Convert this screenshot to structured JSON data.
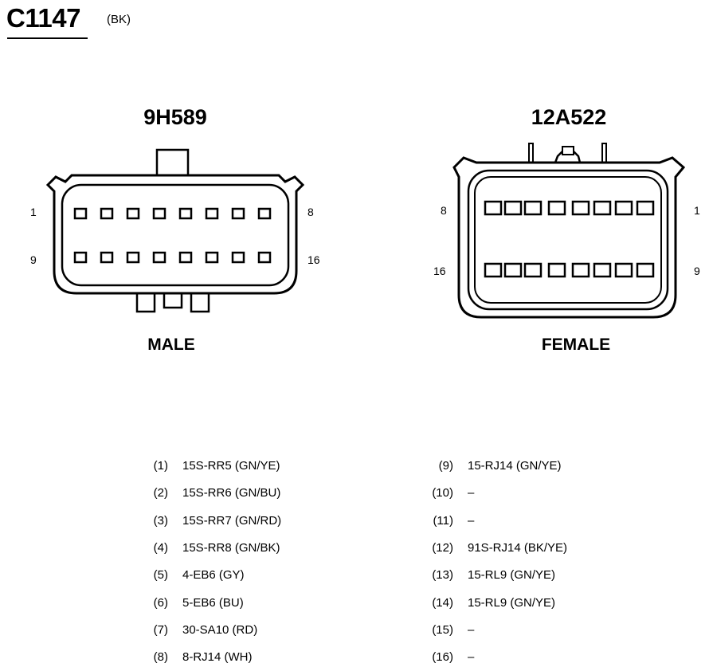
{
  "connector": {
    "id": "C1147",
    "color_code": "(BK)"
  },
  "views": [
    {
      "part_number": "9H589",
      "gender": "MALE",
      "corner_labels": {
        "top_left": "1",
        "top_right": "8",
        "bottom_left": "9",
        "bottom_right": "16"
      }
    },
    {
      "part_number": "12A522",
      "gender": "FEMALE",
      "corner_labels": {
        "top_left": "8",
        "top_right": "1",
        "bottom_left": "16",
        "bottom_right": "9"
      }
    }
  ],
  "pinout_left": [
    {
      "pin": "(1)",
      "wire": "15S-RR5 (GN/YE)"
    },
    {
      "pin": "(2)",
      "wire": "15S-RR6 (GN/BU)"
    },
    {
      "pin": "(3)",
      "wire": "15S-RR7 (GN/RD)"
    },
    {
      "pin": "(4)",
      "wire": "15S-RR8 (GN/BK)"
    },
    {
      "pin": "(5)",
      "wire": "4-EB6 (GY)"
    },
    {
      "pin": "(6)",
      "wire": "5-EB6 (BU)"
    },
    {
      "pin": "(7)",
      "wire": "30-SA10 (RD)"
    },
    {
      "pin": "(8)",
      "wire": "8-RJ14 (WH)"
    }
  ],
  "pinout_right": [
    {
      "pin": "(9)",
      "wire": "15-RJ14 (GN/YE)"
    },
    {
      "pin": "(10)",
      "wire": "–"
    },
    {
      "pin": "(11)",
      "wire": "–"
    },
    {
      "pin": "(12)",
      "wire": "91S-RJ14 (BK/YE)"
    },
    {
      "pin": "(13)",
      "wire": "15-RL9 (GN/YE)"
    },
    {
      "pin": "(14)",
      "wire": "15-RL9 (GN/YE)"
    },
    {
      "pin": "(15)",
      "wire": "–"
    },
    {
      "pin": "(16)",
      "wire": "–"
    }
  ]
}
